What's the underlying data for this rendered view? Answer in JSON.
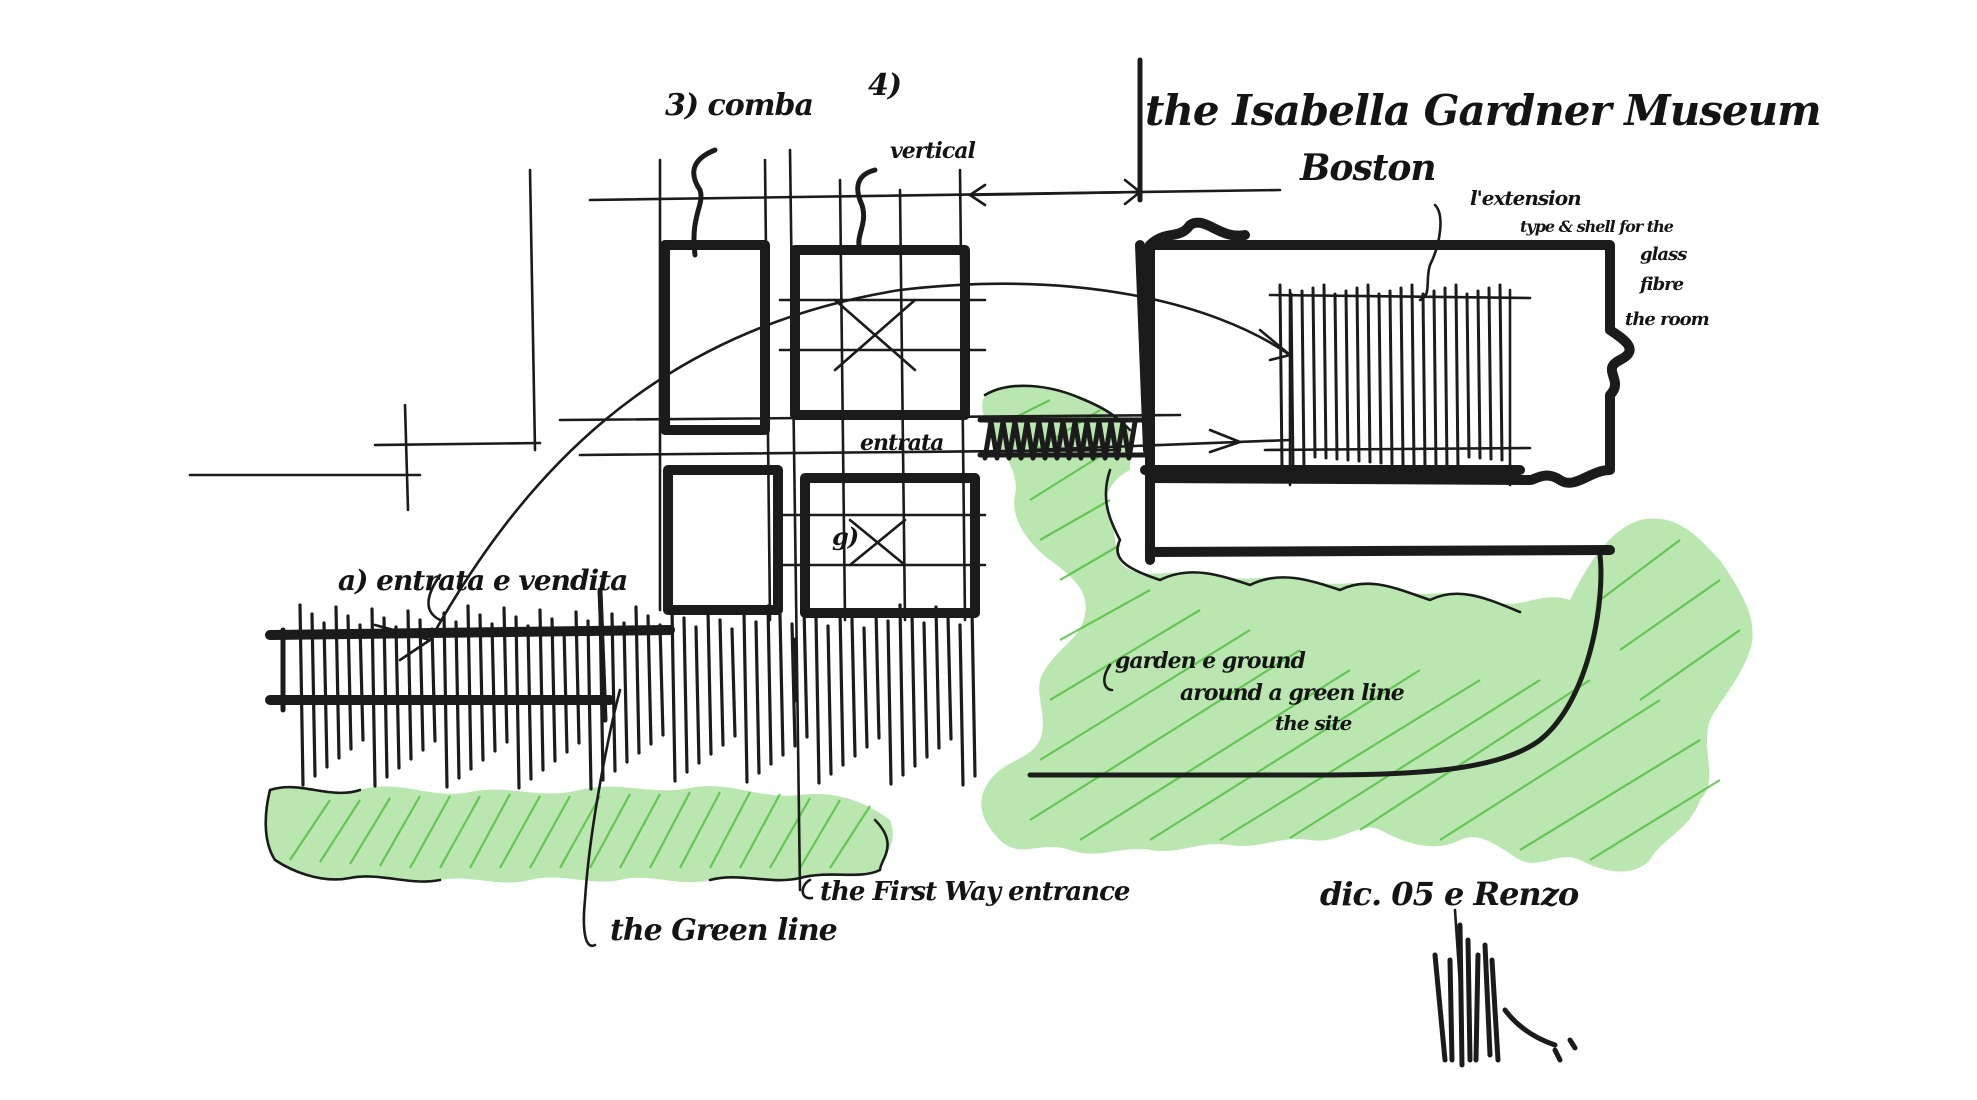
{
  "colors": {
    "ink": "#1b1b1b",
    "paper": "#ffffff",
    "green_pencil": "#6fd05c"
  },
  "labels": {
    "top_left_1": "3) comba",
    "top_left_2": "4)",
    "top_mid": "vertical",
    "top_right_line1": "the Isabella Gardner Museum",
    "top_right_line2": "Boston",
    "right_note_1": "l'extension",
    "right_note_2": "type & shell for the",
    "right_note_3": "glass",
    "right_note_4": "fibre",
    "right_note_5": "the room",
    "center_entry": "entrata",
    "left_label": "a) entrata e vendita",
    "box_number": "g)",
    "green_note_1": "garden e ground",
    "green_note_2": "around a green line",
    "green_note_3": "the site",
    "bottom_left": "the Green line",
    "bottom_mid": "the First Way entrance",
    "date": "dic. 05 e Renzo"
  }
}
